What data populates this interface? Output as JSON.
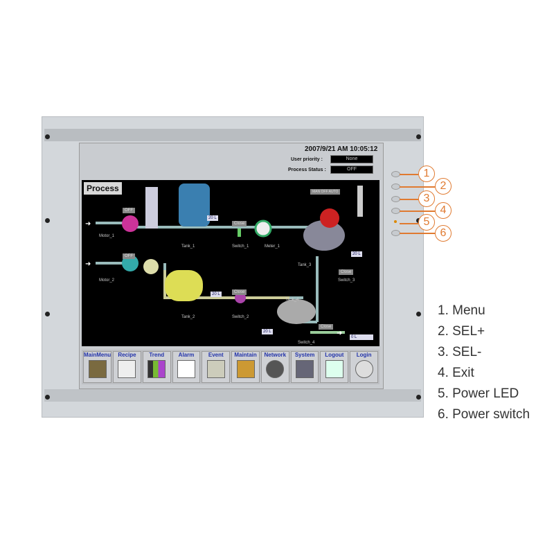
{
  "screen": {
    "datetime": "2007/9/21 AM 10:05:12",
    "user_priority_label": "User priority :",
    "user_priority_value": "None",
    "process_status_label": "Process Status :",
    "process_status_value": "OFF",
    "process_title": "Process",
    "labels": {
      "motor_1": "Motor_1",
      "motor_2": "Motor_2",
      "tank_1": "Tank_1",
      "tank_2": "Tank_2",
      "tank_3": "Tank_3",
      "tank_4": "Tank_4",
      "switch_1": "Switch_1",
      "switch_2": "Switch_2",
      "switch_3": "Switch_3",
      "switch_4": "Switch_4",
      "meter_1": "Meter_1"
    },
    "off": "OFF",
    "close": "Close",
    "level": "20 L",
    "output": "0   L",
    "mode_selector": "MAN OFF AUTO",
    "buttons": [
      "MainMenu",
      "Recipe",
      "Trend",
      "Alarm",
      "Event",
      "Maintain",
      "Network",
      "System",
      "Logout",
      "Login"
    ]
  },
  "callouts": [
    "1",
    "2",
    "3",
    "4",
    "5",
    "6"
  ],
  "legend": [
    "1. Menu",
    "2. SEL+",
    "3. SEL-",
    "4. Exit",
    "5. Power LED",
    "6. Power switch"
  ],
  "colors": {
    "accent": "#e07a30",
    "button_text": "#2233aa"
  }
}
